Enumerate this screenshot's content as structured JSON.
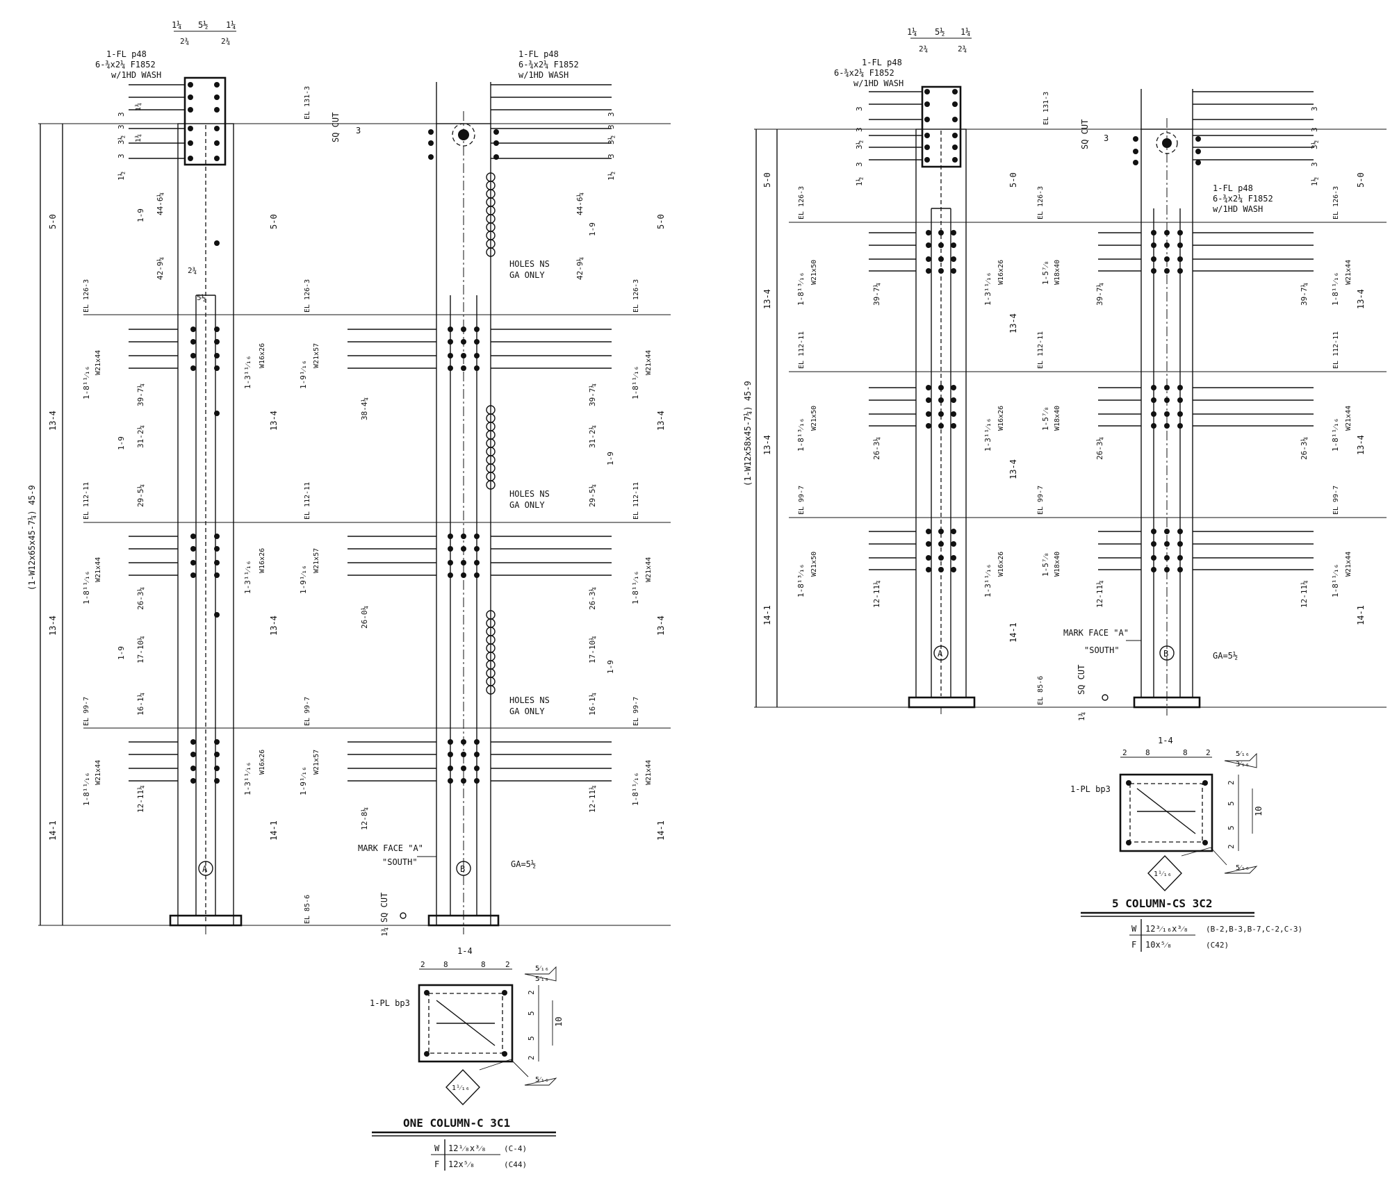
{
  "detail1": {
    "title": "ONE COLUMN-C 3C1",
    "column_size": "(1-W12x65x45-7¼) 45-9",
    "top_dims": [
      "1¼",
      "5½",
      "1¼"
    ],
    "sub_dims": [
      "2¾",
      "2¾"
    ],
    "flange_note": [
      "1-FL p48",
      "6-¾x2¼ F1852",
      "w/1HD WASH"
    ],
    "levels": [
      "EL 131-3",
      "EL 126-3",
      "EL 112-11",
      "EL 99-7",
      "EL 85-6"
    ],
    "sq_cut": "SQ CUT",
    "sq_cut_dim": "3",
    "base_dim": "1¾",
    "story_dims": [
      "5-0",
      "13-4",
      "13-4",
      "14-1"
    ],
    "splice_spacing": [
      "3",
      "3",
      "3½",
      "3",
      "1½"
    ],
    "splice_gage": [
      "1¾",
      "1¾"
    ],
    "face_a_left": [
      "1-9",
      "44-6¼",
      "42-9¼",
      "2¾",
      "5½",
      "1-8¹¹⁄₁₆",
      "W21x44",
      "39-7¼",
      "1-9",
      "31-2¼",
      "29-5¼",
      "1-8¹¹⁄₁₆",
      "W21x44",
      "26-3¼",
      "1-9",
      "17-10¼",
      "16-1¼",
      "1-8¹¹⁄₁₆",
      "W21x44",
      "12-11¼"
    ],
    "face_b_left": [
      "1-3¹¹⁄₁₆",
      "W16x26",
      "1-9¹⁄₁₆",
      "W21x57",
      "38-4¼",
      "26-0¼",
      "12-8¼"
    ],
    "face_b_right": [
      "44-6¼",
      "1-9",
      "42-9¼",
      "39-7¼",
      "1-8¹¹⁄₁₆",
      "W21x44",
      "31-2¼",
      "1-9",
      "29-5¼",
      "26-3¼",
      "17-10¼",
      "1-9",
      "16-1¼",
      "12-11¼"
    ],
    "holes_note": [
      "HOLES NS",
      "GA ONLY"
    ],
    "mark_face": [
      "MARK FACE \"A\"",
      "\"SOUTH\""
    ],
    "ga": "GA=5½",
    "face_labels": [
      "A",
      "B"
    ],
    "base_plate": {
      "label": "1-PL bp3",
      "width": "1-4",
      "bolt_row": [
        "2",
        "8",
        "8",
        "2"
      ],
      "bolt_col": [
        "2",
        "5",
        "5",
        "2"
      ],
      "height": "10",
      "weld_top": [
        "5⁄₁₆",
        "5⁄₁₆"
      ],
      "weld_bottom": "5⁄₁₆",
      "weld_diamond": "1¹⁄₁₆"
    },
    "schedule": [
      {
        "mark": "W",
        "size": "12¹⁄₈x³⁄₈",
        "ref": "(C-4)"
      },
      {
        "mark": "F",
        "size": "12x⁵⁄₈",
        "ref": "(C44)"
      }
    ]
  },
  "detail2": {
    "title": "5 COLUMN-CS 3C2",
    "column_size": "(1-W12x58x45-7¼) 45-9",
    "top_dims": [
      "1¼",
      "5½",
      "1¼"
    ],
    "sub_dims": [
      "2¾",
      "2¾"
    ],
    "flange_note": [
      "1-FL p48",
      "6-¾x2¼ F1852",
      "w/1HD WASH"
    ],
    "levels": [
      "EL 131-3",
      "EL 126-3",
      "EL 112-11",
      "EL 99-7",
      "EL 85-6"
    ],
    "sq_cut": "SQ CUT",
    "sq_cut_dim": "3",
    "base_dim": "1¾",
    "story_dims": [
      "5-0",
      "13-4",
      "13-4",
      "14-1"
    ],
    "splice_spacing": [
      "3",
      "3",
      "3½",
      "3",
      "1½"
    ],
    "face_a_left": [
      "1-8¹³⁄₁₆",
      "W21x50",
      "39-7¼",
      "26-3¼",
      "12-11¼"
    ],
    "face_b_left": [
      "1-3¹¹⁄₁₆",
      "W16x26",
      "1-5⁷⁄₈",
      "W18x40"
    ],
    "face_b_right": [
      "1-8¹¹⁄₁₆",
      "W21x44",
      "39-7¼",
      "26-3¼",
      "12-11¼"
    ],
    "mark_face": [
      "MARK FACE \"A\"",
      "\"SOUTH\""
    ],
    "ga": "GA=5½",
    "face_labels": [
      "A",
      "B"
    ],
    "base_plate": {
      "label": "1-PL bp3",
      "width": "1-4",
      "bolt_row": [
        "2",
        "8",
        "8",
        "2"
      ],
      "bolt_col": [
        "2",
        "5",
        "5",
        "2"
      ],
      "height": "10",
      "weld_top": [
        "5⁄₁₆",
        "3⁄₁₆"
      ],
      "weld_bottom": "5⁄₁₆",
      "weld_diamond": "1¹⁄₁₆"
    },
    "schedule": [
      {
        "mark": "W",
        "size": "12³⁄₁₆x³⁄₈",
        "ref": "(B-2,B-3,B-7,C-2,C-3)"
      },
      {
        "mark": "F",
        "size": "10x⁵⁄₈",
        "ref": "(C42)"
      }
    ]
  }
}
